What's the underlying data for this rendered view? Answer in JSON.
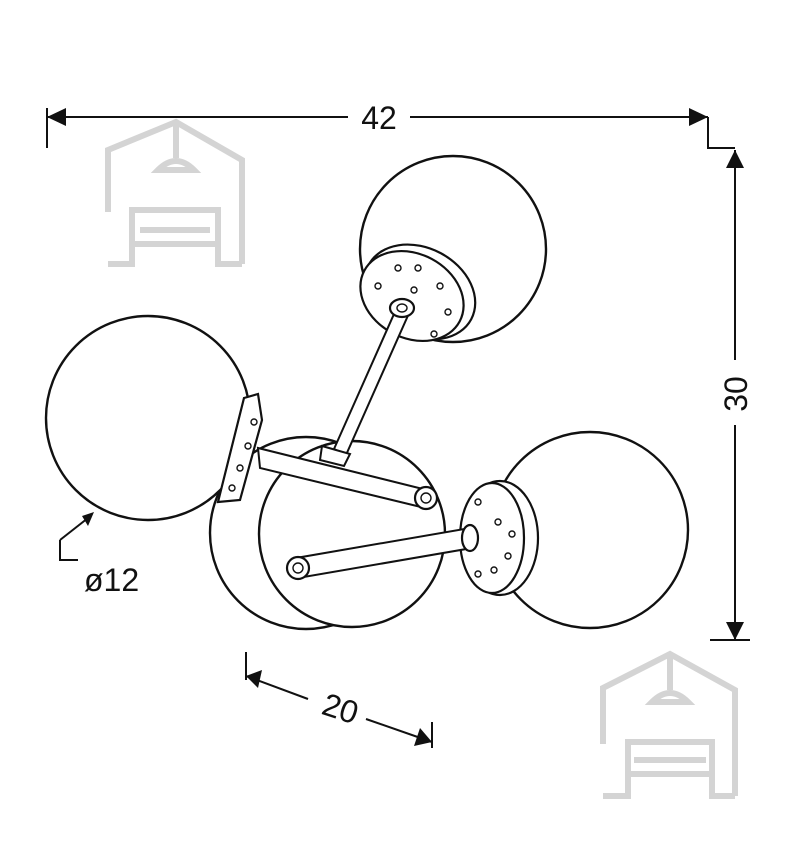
{
  "dimensions": {
    "width_label": "42",
    "height_label": "30",
    "depth_label": "20",
    "globe_diameter_label": "ø12"
  },
  "colors": {
    "line": "#111111",
    "watermark": "#d4d4d4",
    "background": "#ffffff"
  },
  "watermark": {
    "icon": "house-sofa-logo-icon"
  }
}
